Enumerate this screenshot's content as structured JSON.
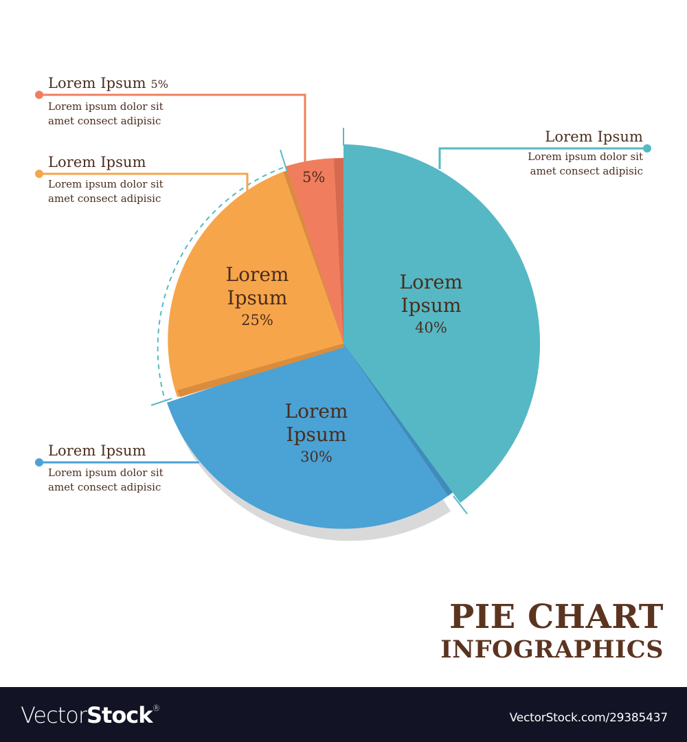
{
  "chart_data": {
    "type": "pie",
    "title": "PIE CHART",
    "subtitle": "INFOGRAPHICS",
    "categories": [
      "Lorem Ipsum (40%)",
      "Lorem Ipsum (30%)",
      "Lorem Ipsum (25%)",
      "Lorem Ipsum (5%)"
    ],
    "values": [
      40,
      30,
      25,
      5
    ],
    "colors": [
      "#56b8c4",
      "#4aa2d5",
      "#f6a54a",
      "#f07e5e"
    ],
    "exploded_slice": 0,
    "legend_position": "callouts"
  },
  "slices": [
    {
      "name": "Lorem",
      "name2": "Ipsum",
      "pct": "40%",
      "color": "#56b8c4"
    },
    {
      "name": "Lorem",
      "name2": "Ipsum",
      "pct": "30%",
      "color": "#4aa2d5"
    },
    {
      "name": "Lorem",
      "name2": "Ipsum",
      "pct": "25%",
      "color": "#f6a54a"
    },
    {
      "pct": "5%",
      "color": "#f07e5e"
    }
  ],
  "callouts": {
    "red": {
      "title": "Lorem Ipsum",
      "pct": "5%",
      "line1": "Lorem ipsum dolor sit",
      "line2": "amet consect adipisic"
    },
    "orange": {
      "title": "Lorem Ipsum",
      "line1": "Lorem ipsum dolor sit",
      "line2": "amet consect adipisic"
    },
    "teal": {
      "title": "Lorem Ipsum",
      "line1": "Lorem ipsum dolor sit",
      "line2": "amet consect adipisic"
    },
    "blue": {
      "title": "Lorem Ipsum",
      "line1": "Lorem ipsum dolor sit",
      "line2": "amet consect adipisic"
    }
  },
  "headline": {
    "line1": "PIE CHART",
    "line2": "INFOGRAPHICS"
  },
  "footer": {
    "brand_light": "Vector",
    "brand_bold": "Stock",
    "brand_mark": "®",
    "ref": "VectorStock.com/29385437"
  }
}
